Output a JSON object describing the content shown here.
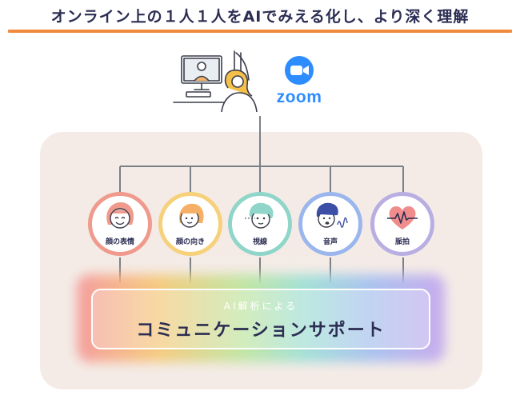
{
  "header": {
    "title": "オンライン上の１人１人をAIでみえる化し、より深く理解"
  },
  "logo": {
    "text": "zoom"
  },
  "metrics": [
    {
      "label": "顔の表情",
      "color": "#ef9a8c"
    },
    {
      "label": "顔の向き",
      "color": "#f6d07a"
    },
    {
      "label": "視線",
      "color": "#8fd5c9"
    },
    {
      "label": "音声",
      "color": "#9ab6ec"
    },
    {
      "label": "脈拍",
      "color": "#b9aee2"
    }
  ],
  "support": {
    "subtitle": "AI解析による",
    "title": "コミュニケーションサポート"
  },
  "colors": {
    "accent_rule": "#f08a3c",
    "panel_bg": "#f4ebe6",
    "connector": "#7b7f87",
    "zoom_blue": "#2d8cff"
  }
}
